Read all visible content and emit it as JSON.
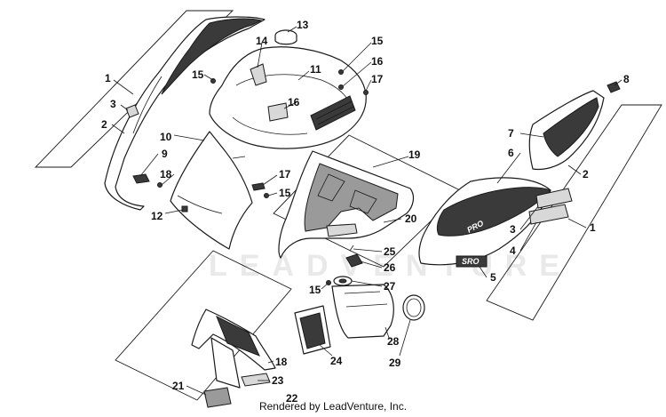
{
  "watermark": "LEADVENTURE",
  "footer": "Rendered by LeadVenture, Inc.",
  "decal_text": "PRO",
  "decal_badge": "SRO",
  "callouts": [
    "1",
    "2",
    "3",
    "9",
    "18",
    "10",
    "12",
    "14",
    "13",
    "15",
    "11",
    "16",
    "15",
    "16",
    "17",
    "17",
    "15",
    "19",
    "20",
    "25",
    "26",
    "15",
    "27",
    "28",
    "29",
    "24",
    "18",
    "23",
    "21",
    "22",
    "8",
    "7",
    "6",
    "2",
    "3",
    "4",
    "1",
    "5"
  ],
  "colors": {
    "line": "#1a1a1a",
    "dark_fill": "#3a3a3a",
    "mid_fill": "#9a9a9a",
    "watermark": "#e9e9e9"
  }
}
